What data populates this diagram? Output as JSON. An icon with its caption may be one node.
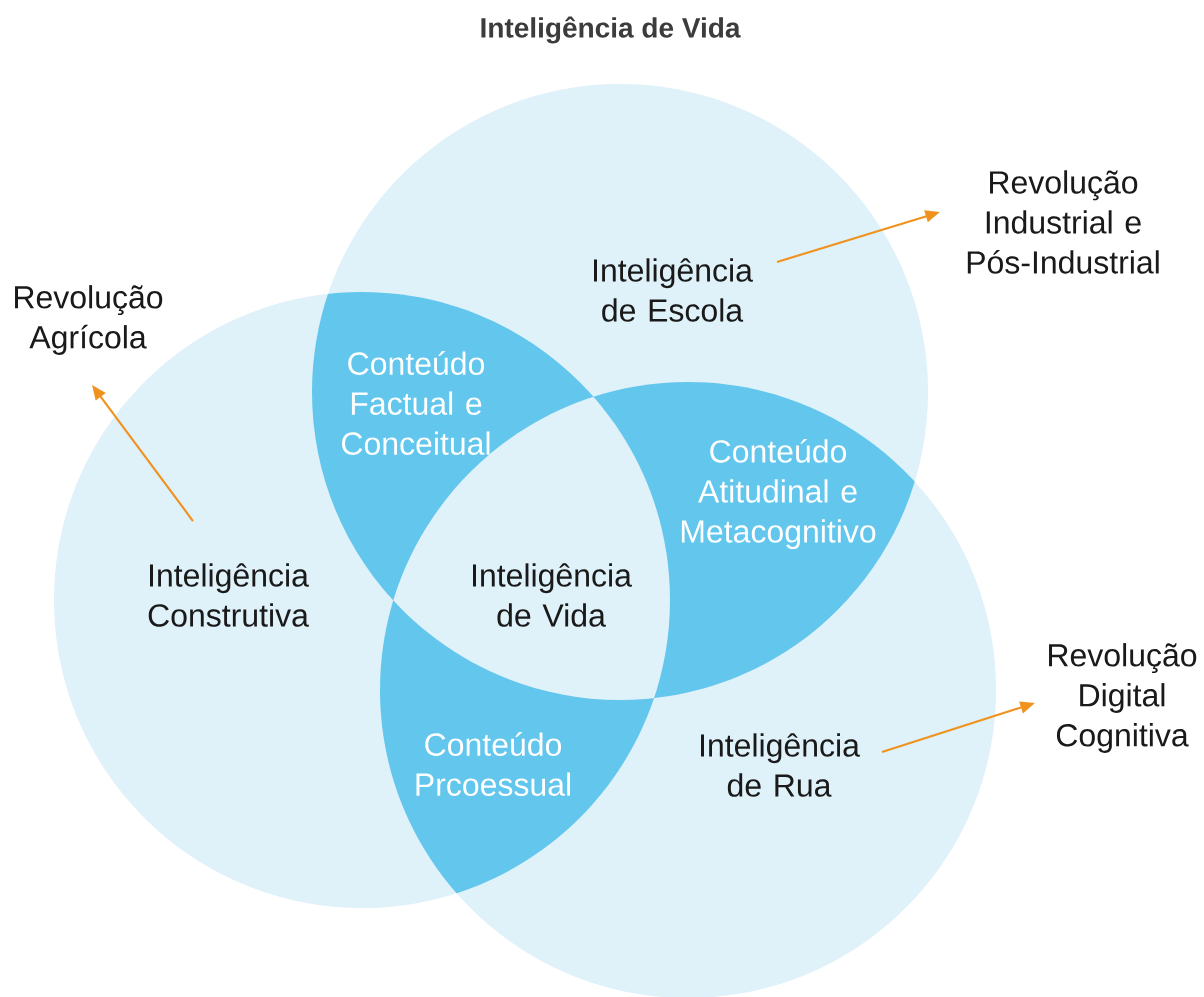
{
  "diagram": {
    "title": "Inteligência de Vida",
    "nodes": [
      {
        "text": [
          "Revolução Industrial e Pós-Industrial"
        ]
      },
      {
        "text": [
          "Revolução Agrícola"
        ]
      },
      {
        "text": [
          "Inteligência de Escola"
        ]
      },
      {
        "text": [
          "Inteligência Construtiva"
        ]
      },
      {
        "text": [
          "Conteúdo Factual e Conceitual"
        ]
      },
      {
        "text": [
          "Conteúdo Atitudinal e Metacognitivo"
        ]
      },
      {
        "text": [
          "Inteligência de Vida"
        ]
      },
      {
        "text": [
          "Conteúdo Prcoessual"
        ]
      },
      {
        "text": [
          "Inteligência de Rua"
        ]
      },
      {
        "text": [
          "Revolução Digital Cognitiva"
        ]
      }
    ],
    "edges": [
      {
        "from": 2,
        "to": 0,
        "arrow": "to"
      },
      {
        "from": 3,
        "to": 1,
        "arrow": "to"
      },
      {
        "from": 8,
        "to": 9,
        "arrow": "to"
      }
    ]
  }
}
